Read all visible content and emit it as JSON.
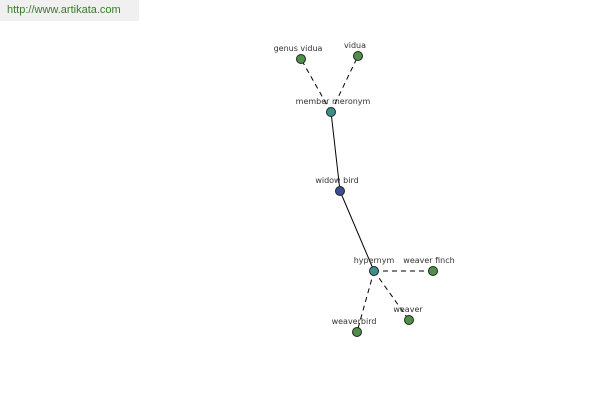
{
  "source_url": "http://www.artikata.com",
  "colors": {
    "leaf": "#4f8f4a",
    "relation": "#3e8f8c",
    "center": "#3a4f92",
    "url_text": "#3b7a2a"
  },
  "nodes": [
    {
      "id": "genus_vidua",
      "label": "genus vidua",
      "kind": "leaf"
    },
    {
      "id": "vidua",
      "label": "vidua",
      "kind": "leaf"
    },
    {
      "id": "member_meronym",
      "label": "member meronym",
      "kind": "relation"
    },
    {
      "id": "widow_bird",
      "label": "widow bird",
      "kind": "center"
    },
    {
      "id": "hypernym",
      "label": "hypernym",
      "kind": "relation"
    },
    {
      "id": "weaver_finch",
      "label": "weaver finch",
      "kind": "leaf"
    },
    {
      "id": "weaver",
      "label": "weaver",
      "kind": "leaf"
    },
    {
      "id": "weaverbird",
      "label": "weaverbird",
      "kind": "leaf"
    }
  ],
  "edges": [
    {
      "from": "member_meronym",
      "to": "genus_vidua",
      "style": "dashed"
    },
    {
      "from": "member_meronym",
      "to": "vidua",
      "style": "dashed"
    },
    {
      "from": "widow_bird",
      "to": "member_meronym",
      "style": "solid"
    },
    {
      "from": "widow_bird",
      "to": "hypernym",
      "style": "solid"
    },
    {
      "from": "hypernym",
      "to": "weaver_finch",
      "style": "dashed"
    },
    {
      "from": "hypernym",
      "to": "weaver",
      "style": "dashed"
    },
    {
      "from": "hypernym",
      "to": "weaverbird",
      "style": "dashed"
    }
  ]
}
